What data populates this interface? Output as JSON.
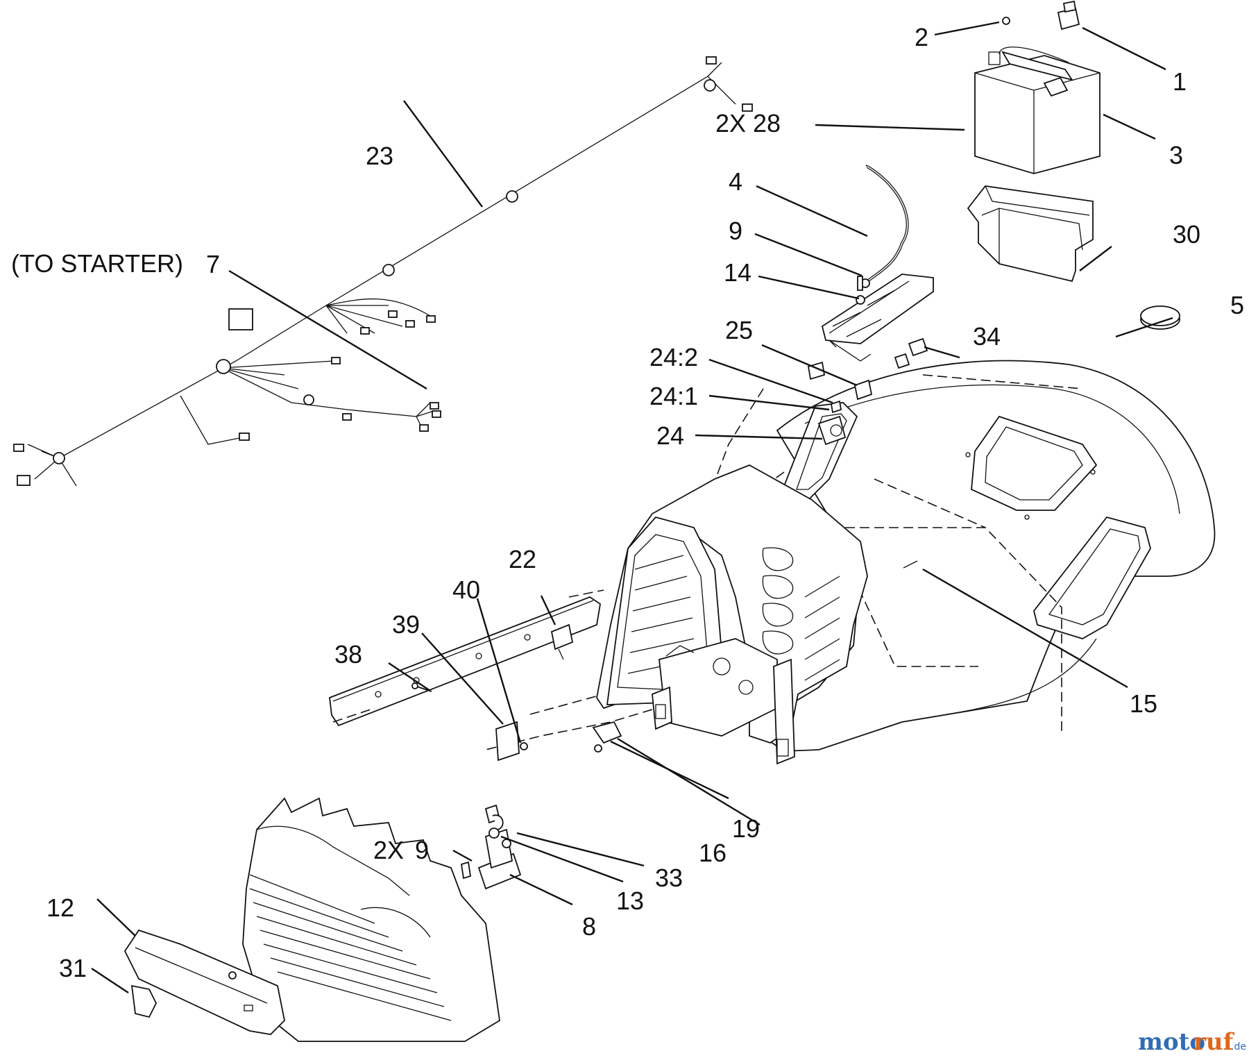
{
  "labels": {
    "l1": "1",
    "l2": "2",
    "l3": "3",
    "l4": "4",
    "l5": "5",
    "l7": "7",
    "l8": "8",
    "l9a": "9",
    "l9b": "9",
    "l12": "12",
    "l13": "13",
    "l14": "14",
    "l15": "15",
    "l16": "16",
    "l19": "19",
    "l22": "22",
    "l23": "23",
    "l24": "24",
    "l241": "24:1",
    "l242": "24:2",
    "l25": "25",
    "l28": "28",
    "l30": "30",
    "l31": "31",
    "l33": "33",
    "l34": "34",
    "l38": "38",
    "l39": "39",
    "l40": "40",
    "x2a": "2X",
    "x2b": "2X",
    "starter": "(TO STARTER)"
  },
  "watermark": {
    "brand_a": "moto",
    "brand_b": "ruf",
    "tld": ".de"
  }
}
